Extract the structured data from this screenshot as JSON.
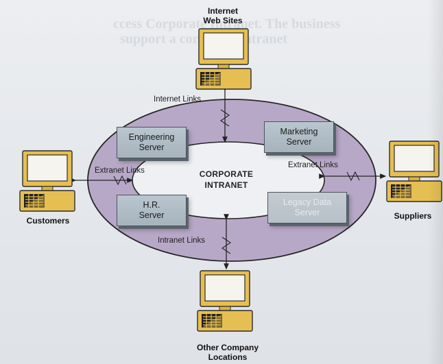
{
  "ghost_text": [
    "ccess Corporate Intranet. The business",
    "support a corporate intranet"
  ],
  "center": {
    "line1": "CORPORATE",
    "line2": "INTRANET"
  },
  "links": {
    "internet": "Internet Links",
    "extranet_left": "Extranet Links",
    "extranet_right": "Extranet Links",
    "intranet": "Intranet Links"
  },
  "servers": {
    "engineering": {
      "line1": "Engineering",
      "line2": "Server"
    },
    "marketing": {
      "line1": "Marketing",
      "line2": "Server"
    },
    "hr": {
      "line1": "H.R.",
      "line2": "Server"
    },
    "legacy": {
      "line1": "Legacy Data",
      "line2": "Server"
    }
  },
  "terminals": {
    "internet": {
      "line1": "Internet",
      "line2": "Web Sites"
    },
    "customers": {
      "line1": "Customers"
    },
    "suppliers": {
      "line1": "Suppliers"
    },
    "other": {
      "line1": "Other Company",
      "line2": "Locations"
    }
  },
  "colors": {
    "ring": "#b8a8c8",
    "ring_stroke": "#2a2a2a",
    "computer_body": "#e8c255",
    "computer_screen": "#f4f3ee",
    "server_face": "#b1bec8"
  }
}
